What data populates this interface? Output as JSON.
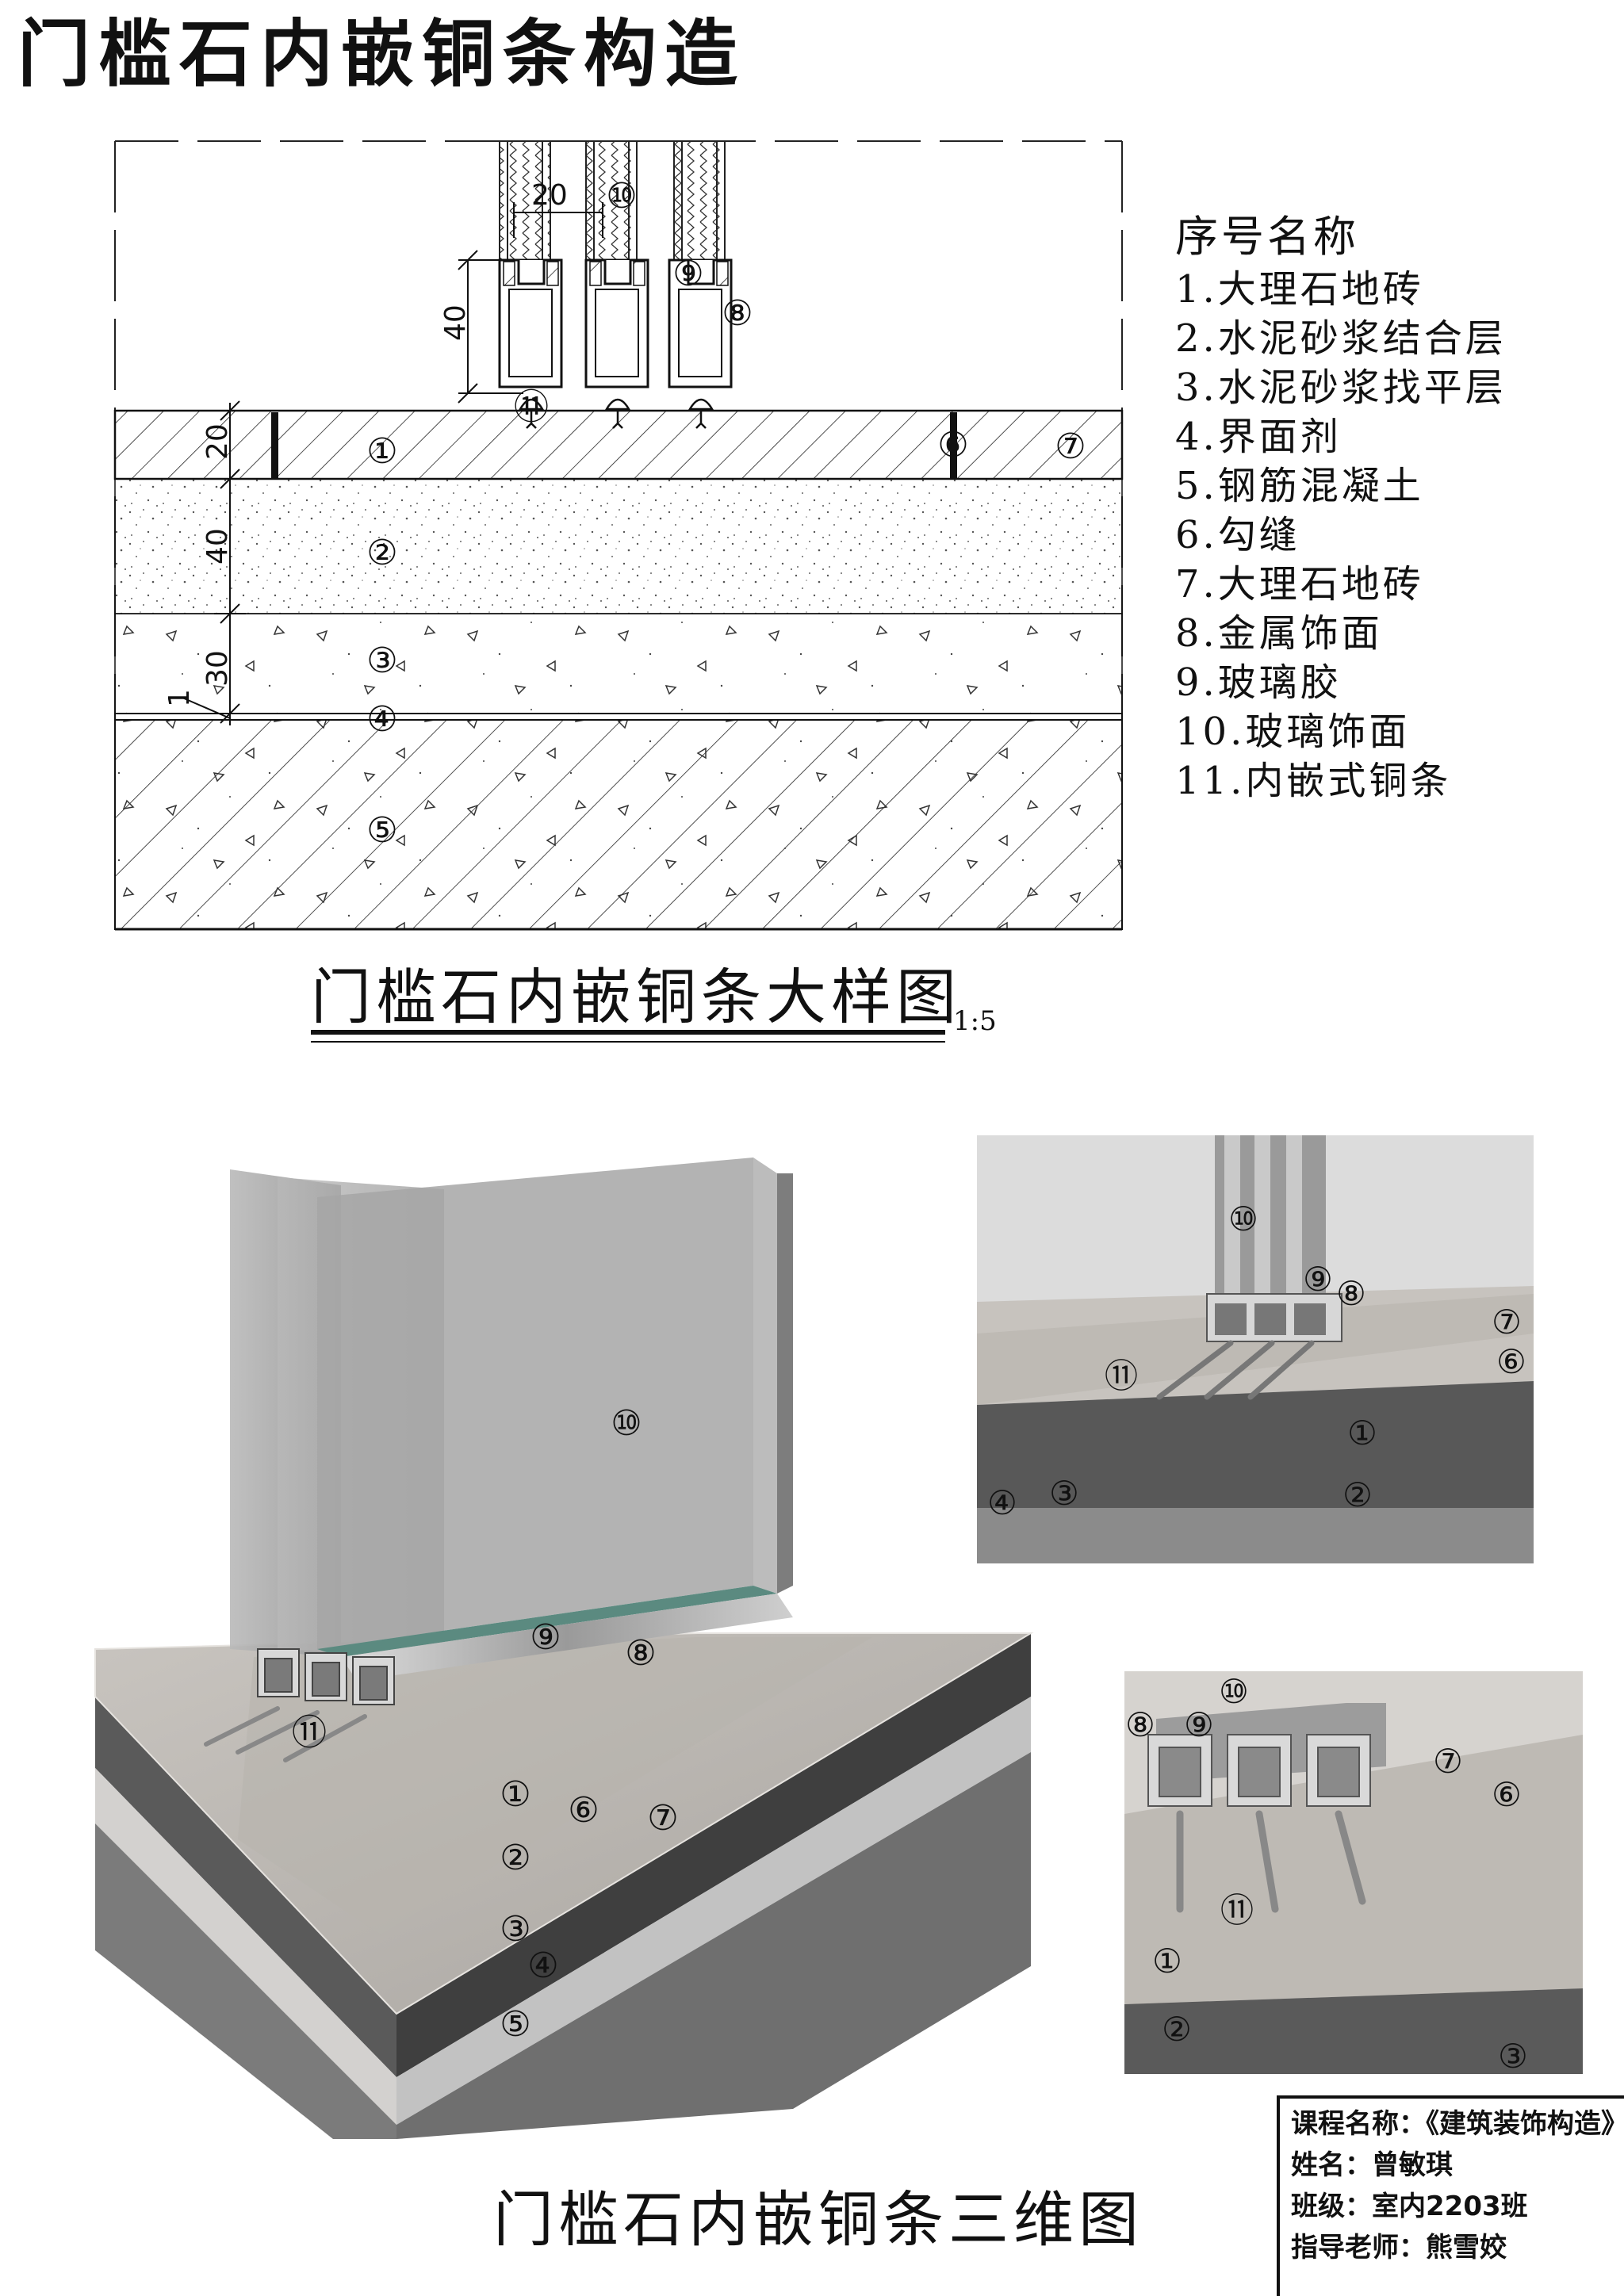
{
  "title": "门槛石内嵌铜条构造",
  "detail": {
    "caption": "门槛石内嵌铜条大样图",
    "scale": "1:5",
    "dims": {
      "glass_width": "20",
      "profile_height": "40",
      "layer1": "20",
      "layer2": "40",
      "layer3": "30",
      "layer4": "1"
    }
  },
  "legend": {
    "header": "序号名称",
    "items": [
      "1.大理石地砖",
      "2.水泥砂浆结合层",
      "3.水泥砂浆找平层",
      "4.界面剂",
      "5.钢筋混凝土",
      "6.勾缝",
      "7.大理石地砖",
      "8.金属饰面",
      "9.玻璃胶",
      "10.玻璃饰面",
      "11.内嵌式铜条"
    ]
  },
  "markers": {
    "m1": "①",
    "m2": "②",
    "m3": "③",
    "m4": "④",
    "m5": "⑤",
    "m6": "⑥",
    "m7": "⑦",
    "m8": "⑧",
    "m9": "⑨",
    "m10": "⑩",
    "m11": "⑪"
  },
  "model3d": {
    "caption": "门槛石内嵌铜条三维图"
  },
  "info": {
    "course": "课程名称：《建筑装饰构造》",
    "name": "姓名：曾敏琪",
    "class": "班级：室内2203班",
    "teacher": "指导老师：熊雪姣"
  }
}
